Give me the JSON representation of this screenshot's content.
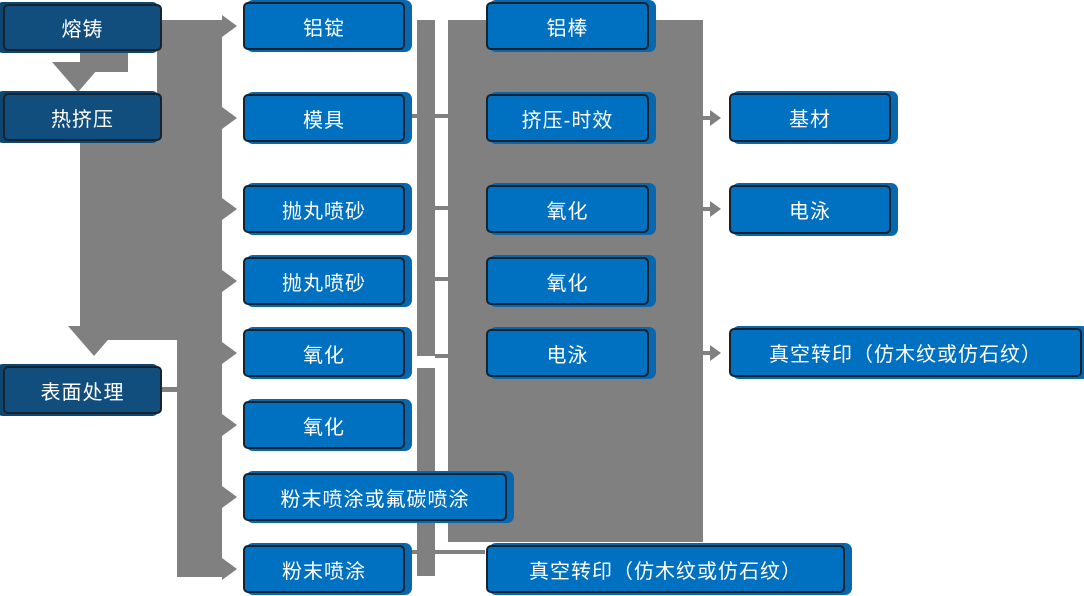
{
  "colors": {
    "bright_blue": "#0070C0",
    "dark_blue": "#124E7D",
    "gray": "#808080",
    "border": "#16222D",
    "text": "#FFFFFF",
    "echo_bright": "#0768AF",
    "echo_dark": "#0D4671"
  },
  "nodes": {
    "stage": [
      "熔铸",
      "热挤压",
      "表面处理"
    ],
    "process_col2": [
      "铝锭",
      "模具",
      "抛丸喷砂",
      "抛丸喷砂",
      "氧化",
      "氧化",
      "粉末喷涂或氟碳喷涂",
      "粉末喷涂"
    ],
    "process_col3": [
      "铝棒",
      "挤压-时效",
      "氧化",
      "氧化",
      "电泳",
      "真空转印（仿木纹或仿石纹）"
    ],
    "output_col4": [
      "基材",
      "电泳",
      "真空转印（仿木纹或仿石纹）"
    ]
  }
}
